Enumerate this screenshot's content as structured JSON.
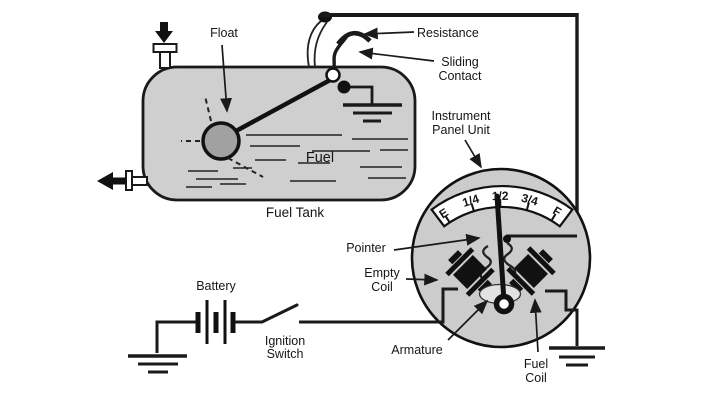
{
  "labels": {
    "float": "Float",
    "resistance": "Resistance",
    "sliding_contact": [
      "Sliding",
      "Contact"
    ],
    "instrument_panel_unit": [
      "Instrument",
      "Panel Unit"
    ],
    "fuel": "Fuel",
    "fuel_tank": "Fuel Tank",
    "pointer": "Pointer",
    "empty_coil": [
      "Empty",
      "Coil"
    ],
    "armature": "Armature",
    "fuel_coil": [
      "Fuel",
      "Coil"
    ],
    "battery": "Battery",
    "ignition_switch": [
      "Ignition",
      "Switch"
    ]
  },
  "gauge": {
    "scale_labels": [
      "E",
      "1/4",
      "1/2",
      "3/4",
      "F"
    ]
  },
  "colors": {
    "background": "#ffffff",
    "tank_fill": "#cfcfcf",
    "gauge_fill": "#cccccc",
    "float_fill": "#a1a1a1",
    "scale_band_fill": "#ffffff",
    "line": "#1a1a1a",
    "coil_fill": "#111111"
  }
}
